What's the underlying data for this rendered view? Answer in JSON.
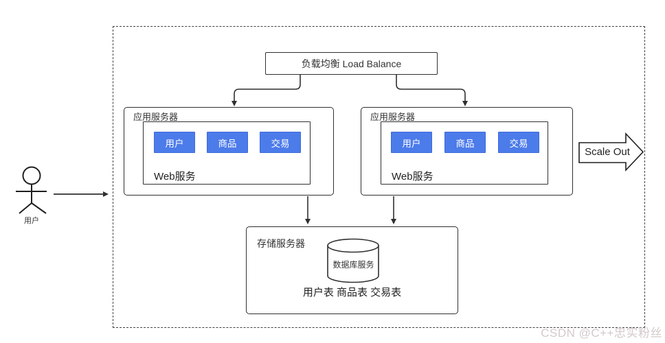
{
  "diagram": {
    "load_balancer": {
      "label": "负载均衡 Load Balance"
    },
    "app_servers": [
      {
        "label": "应用服务器",
        "web_label": "Web服务",
        "services": [
          "用户",
          "商品",
          "交易"
        ]
      },
      {
        "label": "应用服务器",
        "web_label": "Web服务",
        "services": [
          "用户",
          "商品",
          "交易"
        ]
      }
    ],
    "storage": {
      "label": "存储服务器",
      "db_label": "数据库服务",
      "tables_label": "用户表 商品表 交易表"
    },
    "user": {
      "label": "用户"
    },
    "scale_out": {
      "label": "Scale Out"
    },
    "watermark": "CSDN @C++忠实粉丝",
    "colors": {
      "service_blue": "#4c7bea",
      "line": "#2f2f2f",
      "watermark": "#d4c9c9"
    }
  }
}
